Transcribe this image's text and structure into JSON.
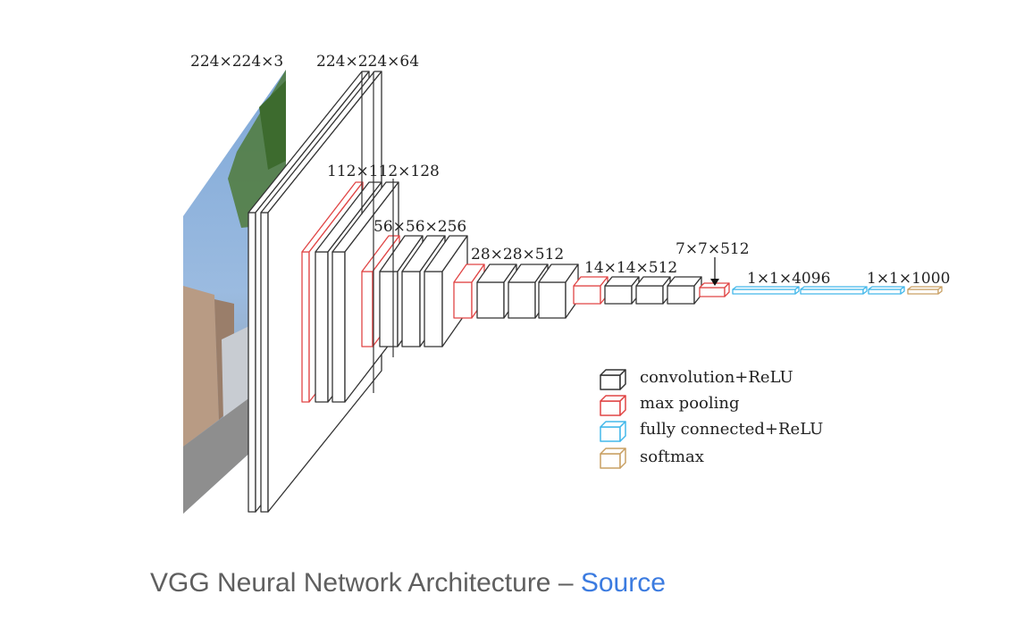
{
  "diagram": {
    "colors": {
      "conv": "#333333",
      "pool": "#e04545",
      "fc": "#43b8ea",
      "softmax": "#c9a064"
    },
    "labels": {
      "input": "224×224×3",
      "block1": "224×224×64",
      "block2": "112×112×128",
      "block3": "56×56×256",
      "block4": "28×28×512",
      "block5": "14×14×512",
      "pool5": "7×7×512",
      "fc_4096": "1×1×4096",
      "fc_1000": "1×1×1000"
    },
    "legend": [
      {
        "kind": "conv",
        "label": "convolution+ReLU"
      },
      {
        "kind": "pool",
        "label": "max pooling"
      },
      {
        "kind": "fc",
        "label": "fully connected+ReLU"
      },
      {
        "kind": "softmax",
        "label": "softmax"
      }
    ]
  },
  "caption": {
    "text": "VGG Neural Network Architecture – ",
    "link": "Source"
  }
}
